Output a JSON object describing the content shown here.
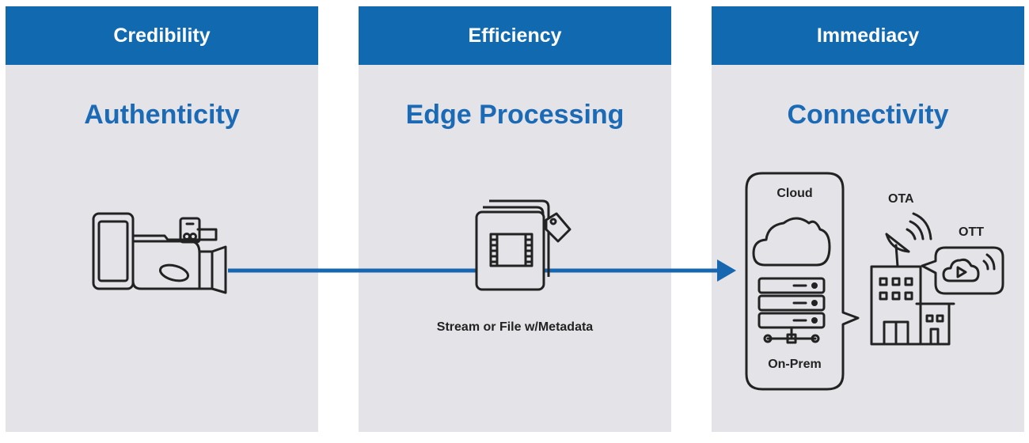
{
  "panels": [
    {
      "header": "Credibility",
      "title": "Authenticity"
    },
    {
      "header": "Efficiency",
      "title": "Edge Processing"
    },
    {
      "header": "Immediacy",
      "title": "Connectivity"
    }
  ],
  "labels": {
    "file": "Stream or File w/Metadata",
    "cloud": "Cloud",
    "on_prem": "On-Prem",
    "ota": "OTA",
    "ott": "OTT"
  },
  "colors": {
    "header_bg": "#1169b0",
    "title": "#1a6ab6",
    "panel_bg": "#e4e3e8",
    "arrow": "#1767b0",
    "icon_stroke": "#222222"
  },
  "icons": [
    "camcorder-icon",
    "media-file-tag-icon",
    "cloud-icon",
    "server-rack-icon",
    "building-icon",
    "satellite-dish-icon",
    "ott-cloud-play-icon"
  ]
}
